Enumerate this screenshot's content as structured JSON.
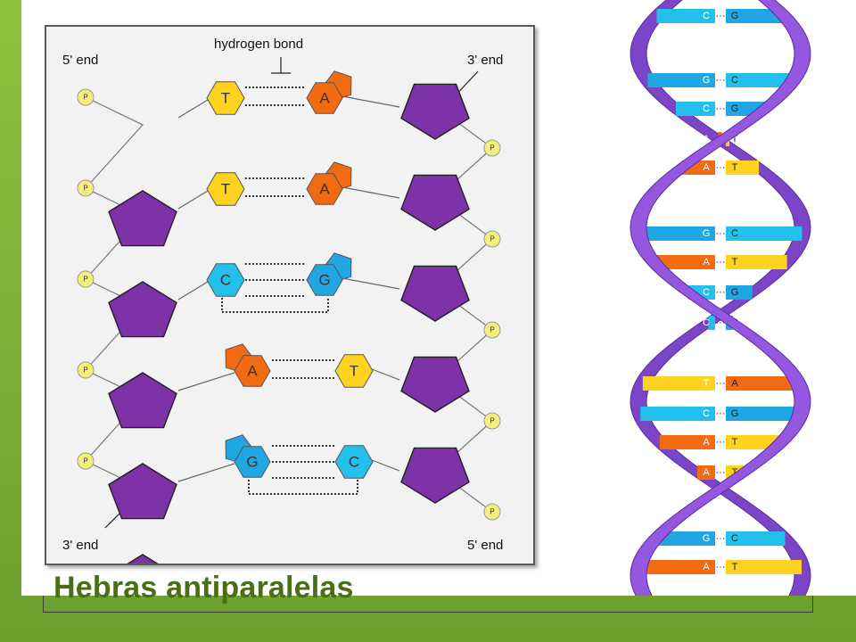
{
  "diagram": {
    "label_hydrogen_bond": "hydrogen bond",
    "label_top_left": "5' end",
    "label_top_right": "3' end",
    "label_bottom_left": "3' end",
    "label_bottom_right": "5' end",
    "phosphate_symbol": "P",
    "pairs": [
      {
        "left": "T",
        "right": "A"
      },
      {
        "left": "T",
        "right": "A"
      },
      {
        "left": "C",
        "right": "G"
      },
      {
        "left": "A",
        "right": "T"
      },
      {
        "left": "G",
        "right": "C"
      }
    ]
  },
  "helix": {
    "rungs": [
      {
        "a": "C",
        "b": "G"
      },
      {
        "a": "G",
        "b": "C"
      },
      {
        "a": "C",
        "b": "G"
      },
      {
        "a": "A",
        "b": "T"
      },
      {
        "a": "A",
        "b": "T"
      },
      {
        "a": "G",
        "b": "C"
      },
      {
        "a": "A",
        "b": "T"
      },
      {
        "a": "C",
        "b": "G"
      },
      {
        "a": "C",
        "b": "G"
      },
      {
        "a": "T",
        "b": "A"
      },
      {
        "a": "C",
        "b": "G"
      },
      {
        "a": "A",
        "b": "T"
      },
      {
        "a": "A",
        "b": "T"
      },
      {
        "a": "G",
        "b": "C"
      },
      {
        "a": "A",
        "b": "T"
      }
    ]
  },
  "caption": "Hebras antiparalelas",
  "colors": {
    "sugar": "#7d32a8",
    "T": "#ffd21f",
    "A": "#f26b12",
    "C": "#24c0ec",
    "G": "#20a7e3",
    "phosphate": "#f4ee7a",
    "backbone": "#8a4fd8",
    "caption": "#4a6e14"
  }
}
